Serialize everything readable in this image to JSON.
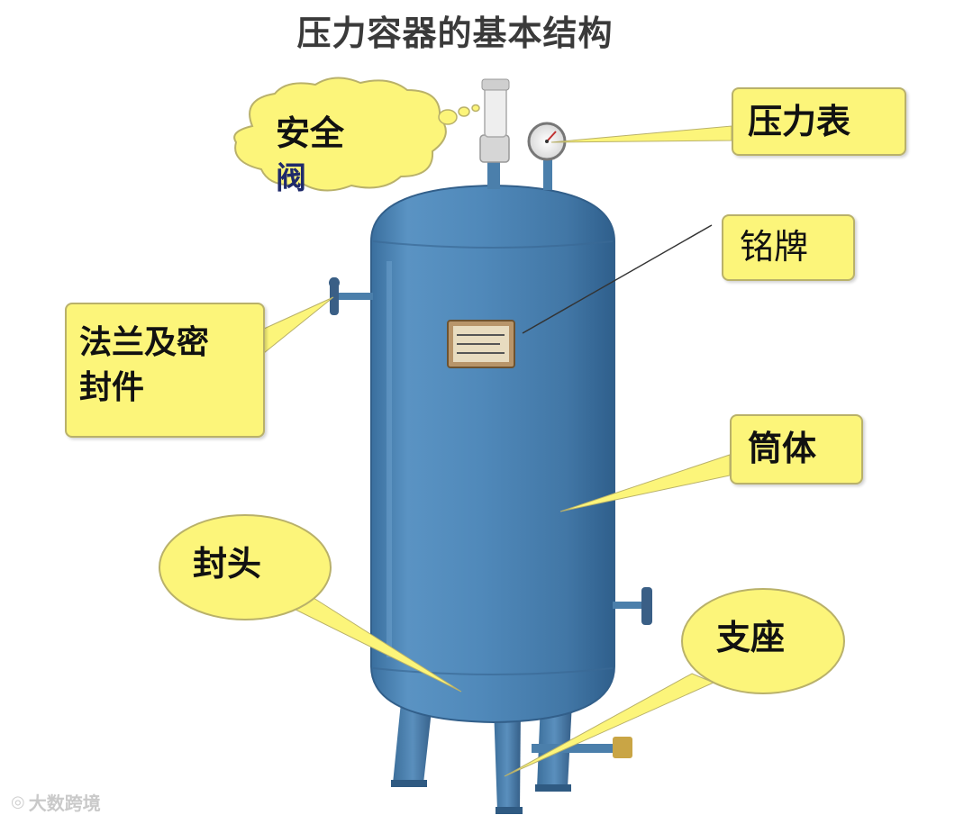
{
  "title": "压力容器的基本结构",
  "labels": {
    "safety_valve": "安全阀",
    "safety_valve_line1": "安全",
    "safety_valve_line2": "阀",
    "pressure_gauge": "压力表",
    "nameplate": "铭牌",
    "flange_seal_line1": "法兰及密",
    "flange_seal_line2": "封件",
    "shell": "筒体",
    "head": "封头",
    "support": "支座"
  },
  "watermark": "大数跨境",
  "colors": {
    "vessel": "#4f86b5",
    "callout_fill": "#fcf57a",
    "callout_border": "#b9b16a",
    "title": "#3a3a3a"
  }
}
